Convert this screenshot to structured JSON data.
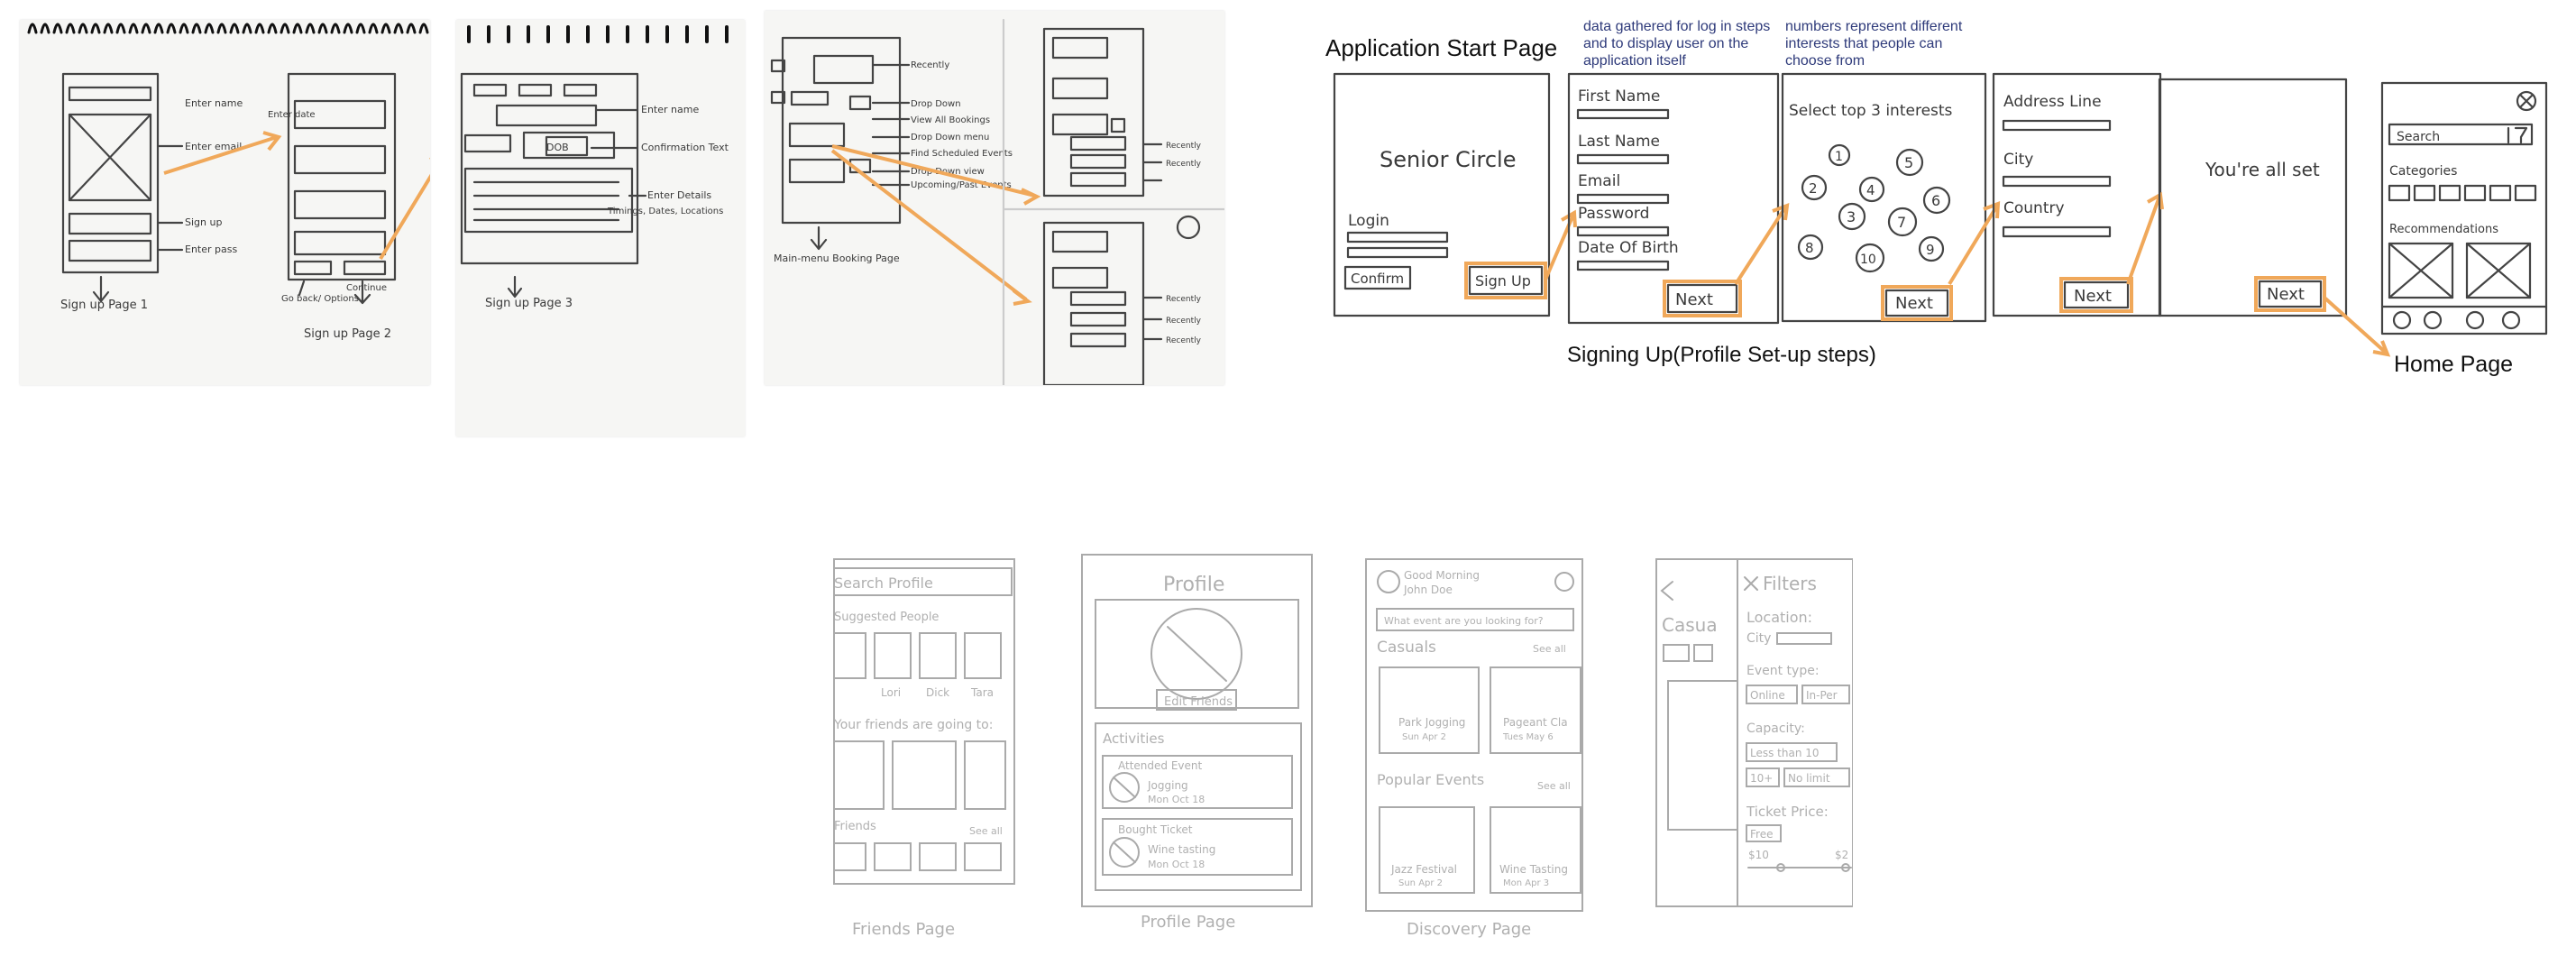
{
  "labels": {
    "app_start": "Application Start Page",
    "signing_up": "Signing Up(Profile Set-up steps)",
    "home_page": "Home Page",
    "note_login": "data gathered for log in steps and to display user on the application itself",
    "note_interests": "numbers represent different interests that people can choose from"
  },
  "sketch_top": {
    "sign_up_1": "Sign up Page 1",
    "sign_up_2": "Sign up Page 2",
    "sign_up_3": "Sign up Page 3",
    "main_menu": "Main-menu Booking Page",
    "enter_name": "Enter name",
    "enter_email": "Enter email",
    "sign_up": "Sign up",
    "enter_pass": "Enter pass",
    "enter_date": "Enter date",
    "dob": "DOB",
    "confirmation_text": "Confirmation Text",
    "enter_details": "Enter Details",
    "timing": "Timings, Dates, Locations",
    "recently": "Recently",
    "drop_down": "Drop Down",
    "view_all": "View All Bookings",
    "drop_down_menu": "Drop Down menu",
    "find_events": "Find Scheduled Events",
    "drop_down_view": "Drop Down view",
    "upcoming": "Upcoming/Past Events",
    "continue": "Continue",
    "go_back": "Go back/ Options"
  },
  "wireframes": {
    "start": {
      "title": "Senior Circle",
      "login": "Login",
      "confirm": "Confirm",
      "signup": "Sign Up"
    },
    "step1": {
      "fields": [
        "First Name",
        "Last Name",
        "Email",
        "Password",
        "Date Of Birth"
      ],
      "next": "Next"
    },
    "step2": {
      "title": "Select top 3 interests",
      "numbers": [
        "1",
        "2",
        "3",
        "4",
        "5",
        "6",
        "7",
        "8",
        "9",
        "10"
      ],
      "next": "Next"
    },
    "step3": {
      "fields": [
        "Address Line",
        "City",
        "Country"
      ],
      "next": "Next"
    },
    "step4": {
      "title": "You're all set",
      "next": "Next"
    },
    "home": {
      "search": "Search",
      "categories": "Categories",
      "recommendations": "Recommendations"
    }
  },
  "bottom": {
    "friends": {
      "search": "Search Profile",
      "suggested": "Suggested People",
      "names": [
        "Lori",
        "Dick",
        "Tara"
      ],
      "going": "Your friends are going to:",
      "friends": "Friends",
      "see_all": "See all",
      "caption": "Friends Page"
    },
    "profile": {
      "title": "Profile",
      "edit": "Edit Friends",
      "activities": "Activities",
      "attended": "Attended Event",
      "a1": "Jogging",
      "a1_date": "Mon Oct 18",
      "bought": "Bought Ticket",
      "a2": "Wine tasting",
      "a2_date": "Mon Oct 18",
      "caption": "Profile Page"
    },
    "discovery": {
      "greeting": "Good Morning",
      "user": "John Doe",
      "search": "What event are you looking for?",
      "casuals": "Casuals",
      "see_all": "See all",
      "e1": "Park Jogging",
      "e1_date": "Sun Apr 2",
      "e2": "Pageant Cla",
      "e2_date": "Tues May 6",
      "popular": "Popular Events",
      "e3": "Jazz Festival",
      "e3_date": "Sun Apr 2",
      "e4": "Wine Tasting",
      "e4_date": "Mon Apr 3",
      "caption": "Discovery Page"
    },
    "filters": {
      "casual": "Casua",
      "title": "Filters",
      "location": "Location:",
      "city": "City",
      "event_type": "Event type:",
      "online": "Online",
      "in_person": "In-Per",
      "capacity": "Capacity:",
      "less_than": "Less than 10",
      "ten_plus": "10+",
      "no_limit": "No limit",
      "ticket_price": "Ticket Price:",
      "free": "Free",
      "min": "$10",
      "max": "$2"
    }
  }
}
